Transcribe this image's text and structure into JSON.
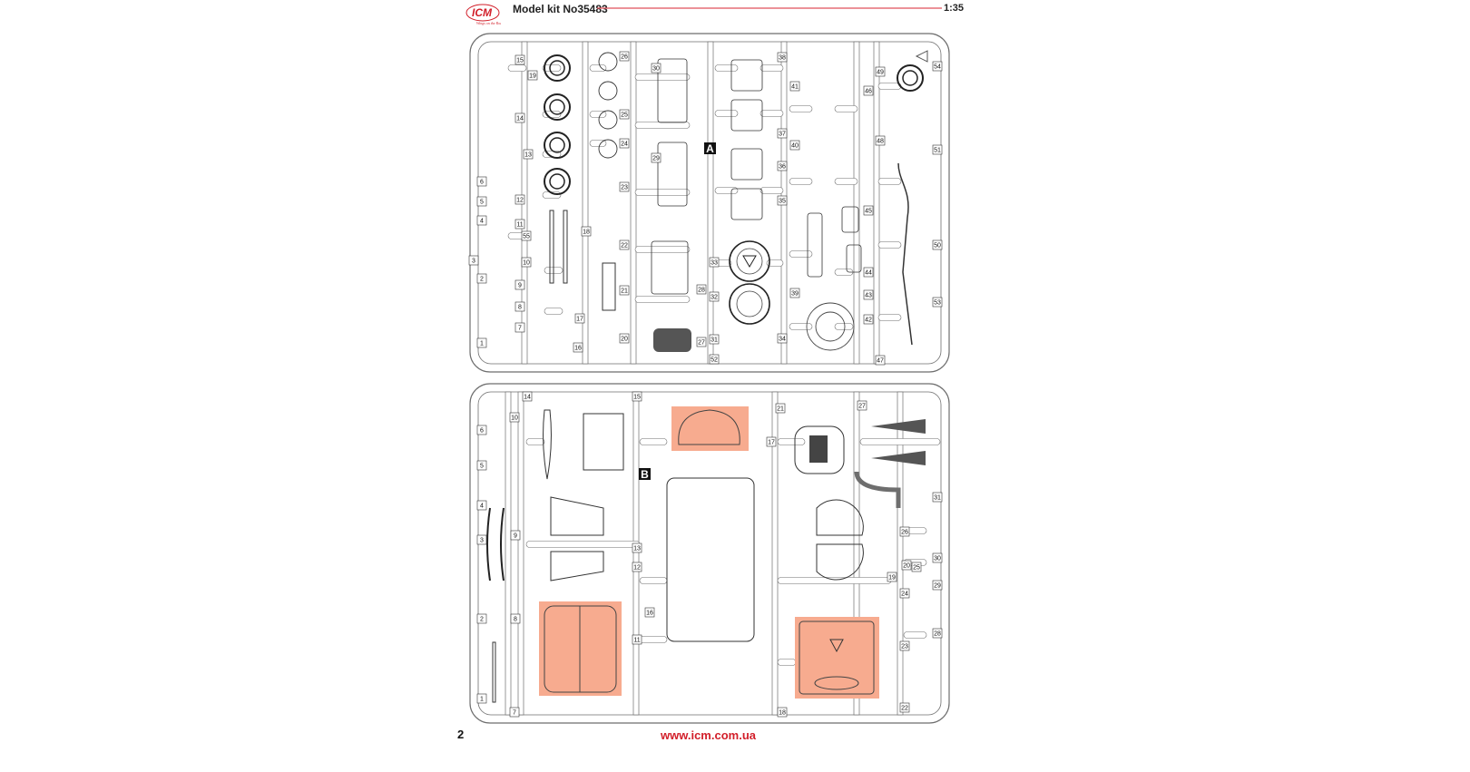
{
  "header": {
    "brand": "ICM",
    "tagline": "Wings on the Road",
    "title": "Model kit No35483",
    "scale": "1:35"
  },
  "footer": {
    "page_number": "2",
    "url": "www.icm.com.ua"
  },
  "colors": {
    "accent": "#d21f2a",
    "highlight": "#f7ab8f",
    "sprue": "#6e6e6e"
  },
  "sprue_a": {
    "letter": "A",
    "labels": [
      "15",
      "19",
      "14",
      "13",
      "12",
      "6",
      "5",
      "4",
      "11",
      "55",
      "3",
      "10",
      "2",
      "9",
      "8",
      "1",
      "7",
      "18",
      "17",
      "16",
      "26",
      "30",
      "25",
      "24",
      "29",
      "23",
      "22",
      "21",
      "20",
      "28",
      "27",
      "38",
      "37",
      "36",
      "35",
      "33",
      "32",
      "31",
      "52",
      "34",
      "41",
      "40",
      "39",
      "46",
      "49",
      "48",
      "45",
      "44",
      "43",
      "42",
      "47",
      "54",
      "51",
      "50",
      "53"
    ]
  },
  "sprue_b": {
    "letter": "B",
    "labels": [
      "14",
      "15",
      "10",
      "6",
      "5",
      "4",
      "3",
      "9",
      "13",
      "12",
      "2",
      "8",
      "16",
      "11",
      "1",
      "7",
      "18",
      "17",
      "21",
      "27",
      "26",
      "20",
      "19",
      "25",
      "24",
      "23",
      "22",
      "31",
      "30",
      "29",
      "28"
    ]
  }
}
